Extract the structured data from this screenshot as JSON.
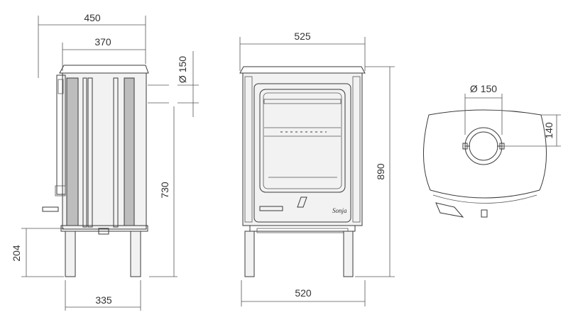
{
  "side_view": {
    "width_overall": "450",
    "width_top": "370",
    "flue_diameter": "Ø 150",
    "flue_height": "730",
    "leg_height": "204",
    "leg_span": "335"
  },
  "front_view": {
    "width_top": "525",
    "height_overall": "890",
    "leg_span": "520",
    "logo": "Sonja"
  },
  "top_view": {
    "flue_diameter": "Ø 150",
    "flue_offset": "140"
  },
  "colors": {
    "line": "#3a3a3a",
    "body": "#f2f2f2",
    "panel": "#bdbdbd"
  }
}
